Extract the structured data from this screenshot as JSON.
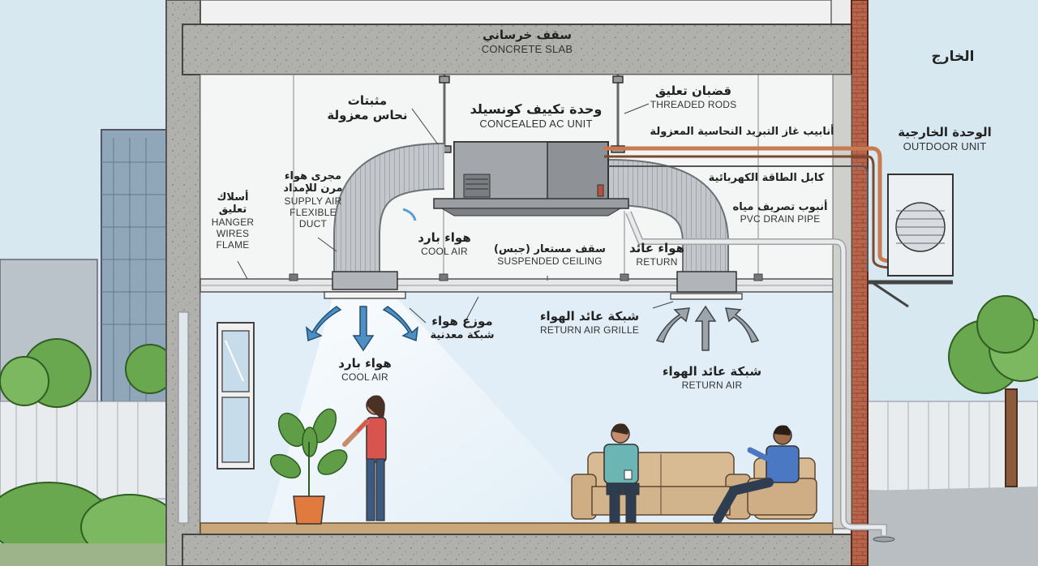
{
  "labels": {
    "concrete_slab": {
      "ar": "سقف خرساني",
      "en": "CONCRETE SLAB"
    },
    "outside": {
      "ar": "الخارج"
    },
    "insulated_copper_holders": {
      "ar1": "مثبتات",
      "ar2": "نحاس معزولة"
    },
    "concealed_ac_unit": {
      "ar": "وحدة تكييف كونسيلد",
      "en": "CONCEALED AC UNIT"
    },
    "threaded_rods": {
      "ar": "قضبان تعليق",
      "en": "THREADED RODS"
    },
    "insulated_copper_pipes": {
      "ar": "أنابيب غاز التبريد النحاسية المعزولة"
    },
    "outdoor_unit": {
      "ar": "الوحدة الخارجية",
      "en": "OUTDOOR UNIT"
    },
    "power_cable": {
      "ar": "كابل الطاقة الكهربائية"
    },
    "drain_pipe": {
      "ar": "أنبوب تصريف مياه",
      "en": "PVC DRAIN PIPE"
    },
    "supply_duct": {
      "ar1": "مجرى هواء",
      "ar2": "مرن للإمداد",
      "en1": "SUPPLY AIR",
      "en2": "FLEXIBLE",
      "en3": "DUCT"
    },
    "hanger_wires": {
      "ar1": "أسلاك",
      "ar2": "تعليق",
      "en1": "HANGER",
      "en2": "WIRES",
      "en3": "FLAME"
    },
    "cool_air_upper": {
      "ar": "هواء بارد",
      "en": "COOL AIR"
    },
    "suspended_ceiling": {
      "ar": "سقف مستعار (جبس)",
      "en": "SUSPENDED CEILING"
    },
    "return_upper": {
      "ar": "هواء عائد",
      "en": "RETURN"
    },
    "diffuser": {
      "ar1": "موزع هواء",
      "ar2": "شبكة معدنية"
    },
    "return_grille": {
      "ar": "شبكة عائد الهواء",
      "en": "RETURN AIR GRILLE"
    },
    "cool_air_lower": {
      "ar": "هواء بارد",
      "en": "COOL AIR"
    },
    "return_air_lower": {
      "ar": "شبكة عائد الهواء",
      "en": "RETURN AIR"
    }
  },
  "colors": {
    "sky": "#d6e6f0",
    "slab": "#a9a9a6",
    "room": "#e3eff7",
    "brick": "#b5634a",
    "copper": "#c97a4f",
    "duct": "#b9bdc1",
    "unit": "#8d9195",
    "tree": "#6aa84f",
    "sofa": "#d2b48c"
  }
}
